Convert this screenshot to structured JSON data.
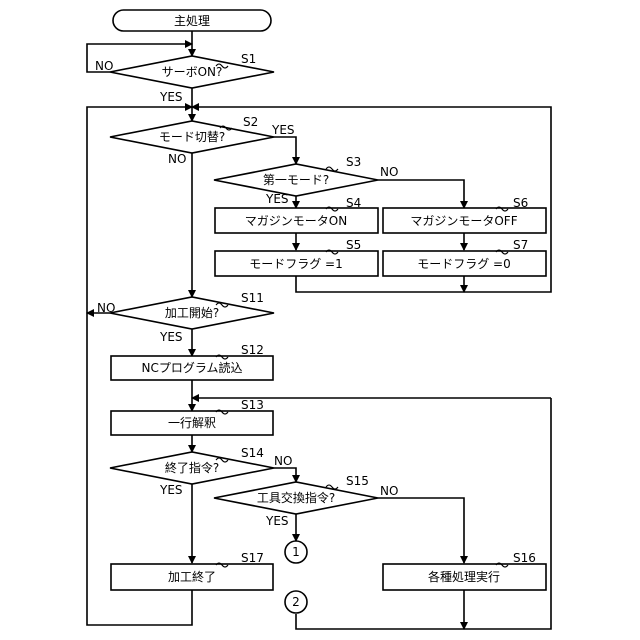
{
  "nodes": {
    "start": "主処理",
    "s1": "サーボON?",
    "s2": "モード切替?",
    "s3": "第一モード?",
    "s4": "マガジンモータON",
    "s5": "モードフラグ =1",
    "s6": "マガジンモータOFF",
    "s7": "モードフラグ =0",
    "s11": "加工開始?",
    "s12": "NCプログラム読込",
    "s13": "一行解釈",
    "s14": "終了指令?",
    "s15": "工具交換指令?",
    "s16": "各種処理実行",
    "s17": "加工終了",
    "c1": "1",
    "c2": "2"
  },
  "steps": {
    "s1": "S1",
    "s2": "S2",
    "s3": "S3",
    "s4": "S4",
    "s5": "S5",
    "s6": "S6",
    "s7": "S7",
    "s11": "S11",
    "s12": "S12",
    "s13": "S13",
    "s14": "S14",
    "s15": "S15",
    "s16": "S16",
    "s17": "S17"
  },
  "branches": {
    "yes": "YES",
    "no": "NO"
  }
}
